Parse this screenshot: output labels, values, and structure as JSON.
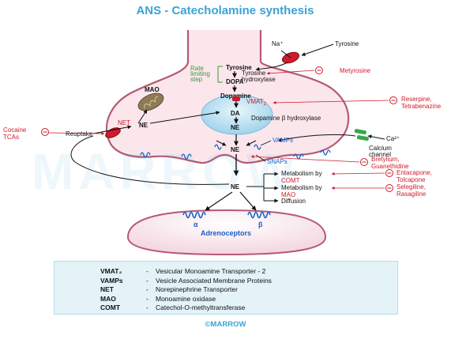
{
  "title": "ANS - Catecholamine synthesis",
  "watermark": "MARROW",
  "footer": "©MARROW",
  "labels": {
    "na_plus": "Na⁺",
    "tyrosine_outside": "Tyrosine",
    "metyrosine": "Metyrosine",
    "rate_limiting": [
      "Rate",
      "limiting",
      "step"
    ],
    "tyrosine": "Tyrosine",
    "tyrosine_hydroxylase": [
      "Tyrosine",
      "hydroxylase"
    ],
    "dopa": "DOPA",
    "dopamine": "Dopamine",
    "vmat2": "VMAT",
    "vmat2_sub": "2",
    "reserpine": [
      "Reserpine,",
      "Tetrabenazine"
    ],
    "mao": "MAO",
    "da": "DA",
    "dopamine_b_hydroxylase": "Dopamine β hydroxylase",
    "ne": "NE",
    "net": "NET",
    "reuptake": "Reuptake",
    "cocaine": [
      "Cocaine",
      "TCAs"
    ],
    "ca2": "Ca²⁺",
    "calcium_channel": [
      "Calcium",
      "channel"
    ],
    "vamps": "VAMPs",
    "snaps": "SNAPs",
    "bretylium": [
      "Bretylium,",
      "Guanethidine"
    ],
    "metabolism_comt": [
      "Metabolism by",
      "COMT"
    ],
    "entacapone": [
      "Entacapone,",
      "Tolcapone"
    ],
    "metabolism_mao": [
      "Metabolism by",
      "MAO"
    ],
    "selegiline": [
      "Selegiline,",
      "Rasagiline"
    ],
    "diffusion": "Diffusion",
    "alpha": "α",
    "beta": "β",
    "adrenoceptors": "Adrenoceptors"
  },
  "legend": [
    {
      "abbr": "VMAT₂",
      "text": "Vesicular Monoamine Transporter - 2"
    },
    {
      "abbr": "VAMPs",
      "text": "Vesicle Associated Membrane Proteins"
    },
    {
      "abbr": "NET",
      "text": "Norepinephrine Transporter"
    },
    {
      "abbr": "MAO",
      "text": "Monoamine oxidase"
    },
    {
      "abbr": "COMT",
      "text": "Catechol-O-methyltransferase"
    }
  ],
  "legend_dash": "-",
  "colors": {
    "title": "#3aa3d4",
    "terminal_fill": "#fbe6ec",
    "terminal_stroke": "#b45a72",
    "vesicle": "#bfe3f3",
    "drug": "#d11a2a",
    "receptor": "#1a5fc9"
  }
}
